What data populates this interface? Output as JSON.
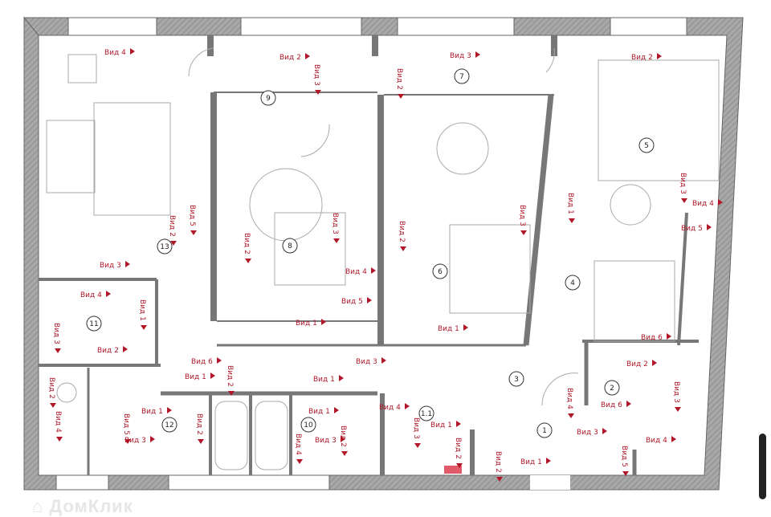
{
  "watermark": "ДомКлик",
  "colors": {
    "wall": "#9a9a9a",
    "marker": "#b0182a",
    "outline": "#555555"
  },
  "rooms": [
    "13",
    "9",
    "8",
    "7",
    "6",
    "5",
    "4",
    "3",
    "2",
    "1",
    "1.1",
    "10",
    "11",
    "12"
  ],
  "views": [
    "Вид 4",
    "Вид 5",
    "Вид 2",
    "Вид 3",
    "Вид 2",
    "Вид 3",
    "Вид 3",
    "Вид 2",
    "Вид 4",
    "Вид 5",
    "Вид 1",
    "Вид 3",
    "Вид 2",
    "Вид 3",
    "Вид 2",
    "Вид 1",
    "Вид 2",
    "Вид 3",
    "Вид 4",
    "Вид 5",
    "Вид 1",
    "Вид 6",
    "Вид 4",
    "Вид 1",
    "Вид 3",
    "Вид 2",
    "Вид 6",
    "Вид 2",
    "Вид 1",
    "Вид 3",
    "Вид 1",
    "Вид 1",
    "Вид 2",
    "Вид 5",
    "Вид 3",
    "Вид 4",
    "Вид 2",
    "Вид 4",
    "Вид 3",
    "Вид 2",
    "Вид 1",
    "Вид 4",
    "Вид 3",
    "Вид 1",
    "Вид 2",
    "Вид 2",
    "Вид 1",
    "Вид 2",
    "Вид 6",
    "Вид 3",
    "Вид 4",
    "Вид 5",
    "Вид 4",
    "Вид 3"
  ]
}
